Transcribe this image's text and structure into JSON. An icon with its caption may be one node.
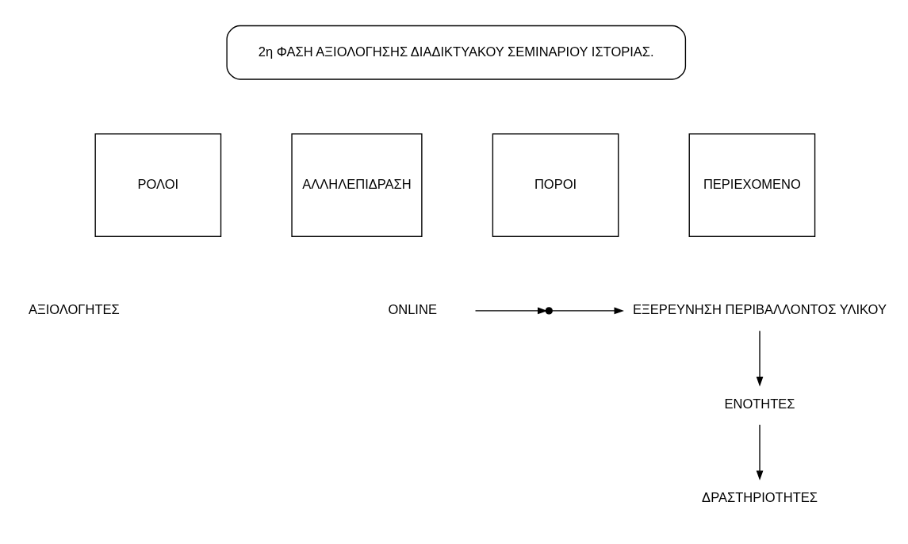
{
  "diagram": {
    "nodes": [
      {
        "text": [
          "2η ΦΑΣΗ ΑΞΙΟΛΟΓΗΣΗΣ ΔΙΑΔΙΚΤΥΑΚΟΥ ΣΕΜΙΝΑΡΙΟΥ ΙΣΤΟΡΙΑΣ."
        ]
      },
      {
        "text": [
          "ΡΟΛΟΙ"
        ]
      },
      {
        "text": [
          "ΑΛΛΗΛΕΠΙΔΡΑΣΗ"
        ]
      },
      {
        "text": [
          "ΠΟΡΟΙ"
        ]
      },
      {
        "text": [
          "ΠΕΡΙΕΧΟΜΕΝΟ"
        ]
      },
      {
        "text": [
          "ΑΞΙΟΛΟΓΗΤΕΣ"
        ]
      },
      {
        "text": [
          "ONLINE"
        ]
      },
      {
        "text": [],
        "shape": "point"
      },
      {
        "text": [
          "ΕΞΕΡΕΥΝΗΣΗ ΠΕΡΙΒΑΛΛΟΝΤΟΣ ΥΛΙΚΟΥ"
        ]
      },
      {
        "text": [
          "ΕΝΟΤΗΤΕΣ"
        ]
      },
      {
        "text": [
          "ΔΡΑΣΤΗΡΙΟΤΗΤΕΣ"
        ]
      }
    ],
    "edges": [
      {
        "from": 6,
        "to": 7,
        "arrow": "to"
      },
      {
        "from": 7,
        "to": 8,
        "arrow": "to"
      },
      {
        "from": 8,
        "to": 9,
        "arrow": "to"
      },
      {
        "from": 9,
        "to": 10,
        "arrow": "to"
      }
    ]
  }
}
